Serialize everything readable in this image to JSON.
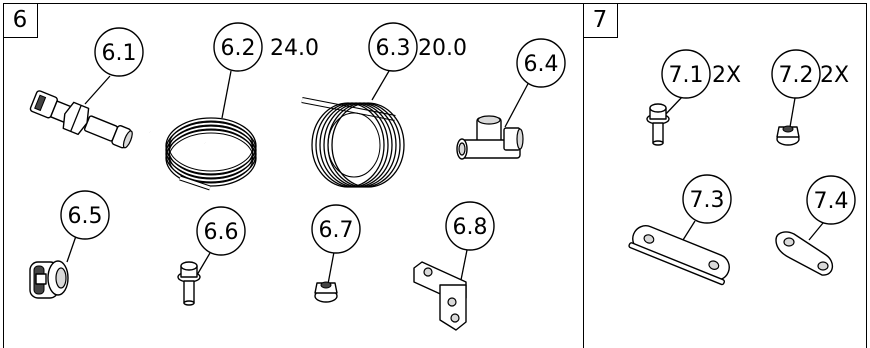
{
  "groups": [
    {
      "number": "6"
    },
    {
      "number": "7"
    }
  ],
  "callouts": {
    "c6_1": {
      "label": "6.1"
    },
    "c6_2": {
      "label": "6.2",
      "qty": "24.0"
    },
    "c6_3": {
      "label": "6.3",
      "qty": "20.0"
    },
    "c6_4": {
      "label": "6.4"
    },
    "c6_5": {
      "label": "6.5"
    },
    "c6_6": {
      "label": "6.6"
    },
    "c6_7": {
      "label": "6.7"
    },
    "c6_8": {
      "label": "6.8"
    },
    "c7_1": {
      "label": "7.1",
      "qty": "2X"
    },
    "c7_2": {
      "label": "7.2",
      "qty": "2X"
    },
    "c7_3": {
      "label": "7.3"
    },
    "c7_4": {
      "label": "7.4"
    }
  },
  "parts": {
    "p6_1": "push-to-connect-fitting-icon",
    "p6_2": "coiled-tubing-icon",
    "p6_3": "coiled-tubing-icon",
    "p6_4": "tee-fitting-icon",
    "p6_5": "clip-fitting-icon",
    "p6_6": "flange-bolt-icon",
    "p6_7": "flange-nut-icon",
    "p6_8": "angle-bracket-icon",
    "p7_1": "flange-bolt-icon",
    "p7_2": "flange-nut-icon",
    "p7_3": "flat-plate-icon",
    "p7_4": "tab-plate-icon"
  },
  "colors": {
    "line": "#000000",
    "background": "#ffffff",
    "shade": "#d9d9d9"
  }
}
